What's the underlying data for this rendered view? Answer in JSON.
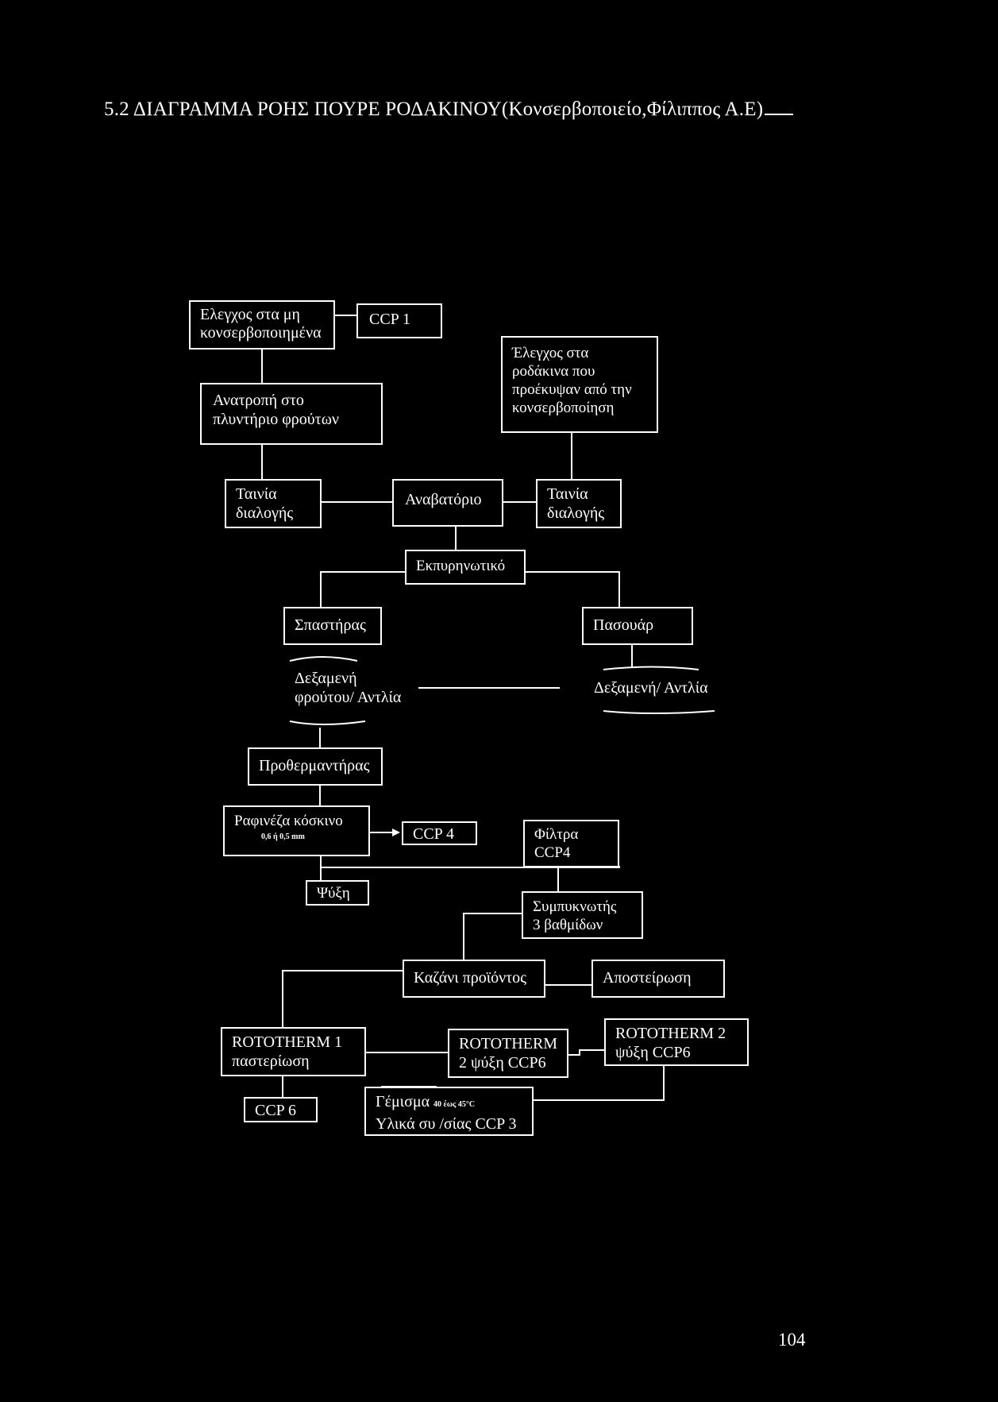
{
  "header": {
    "title": "5.2 ΔΙΑΓΡΑΜΜΑ ΡΟΗΣ ΠΟΥΡΕ ΡΟΔΑΚΙΝΟΥ(Κονσερβοποιείο,Φίλιππος Α.Ε)"
  },
  "nodes": {
    "control_uncanned": {
      "line1": "Ελεγχος στα μη",
      "line2": "κονσερβοποιημένα"
    },
    "ccp1": "CCP 1",
    "control_peaches": {
      "line1": "Έλεγχος στα",
      "line2": "ροδάκινα που",
      "line3": "προέκυψαν από την",
      "line4": "κονσερβοποίηση"
    },
    "tip_washer": {
      "line1": "Ανατροπή στο",
      "line2": "πλυντήριο  φρούτων"
    },
    "sorting_belt_left": {
      "line1": "Ταινία",
      "line2": "διαλογής"
    },
    "elevator": "Αναβατόριο",
    "sorting_belt_right": {
      "line1": "Ταινία",
      "line2": "διαλογής"
    },
    "pitter": "Εκπυρηνωτικό",
    "crusher": "Σπαστήρας",
    "passoir": "Πασουάρ",
    "fruit_tank": {
      "line1": "Δεξαμενή",
      "line2": "φρούτου/ Αντλία"
    },
    "tank_pump": "Δεξαμενή/ Αντλία",
    "preheater": "Προθερμαντήρας",
    "finisher": {
      "line1": "Ραφινέζα κόσκινο",
      "line2": "0,6 ή 0,5 mm"
    },
    "ccp4": "CCP 4",
    "filters": {
      "line1": "Φίλτρα",
      "line2": "CCP4"
    },
    "cooling": "Ψύξη",
    "evaporator": {
      "line1": "Συμπυκνωτής",
      "line2": "3 βαθμίδων"
    },
    "product_kettle": "Καζάνι προϊόντος",
    "sterilization": "Αποστείρωση",
    "rototherm1": {
      "line1": "ROTOTHERM 1",
      "line2": "παστερίωση"
    },
    "rototherm_mid": {
      "line1": "ROTOTHERM",
      "line2": "2  ψύξη CCP6"
    },
    "rototherm2": {
      "line1": "ROTOTHERM 2",
      "line2": "ψύξη CCP6"
    },
    "ccp6": "CCP 6",
    "filling": {
      "line1a": "Γέμισμα",
      "line1b": "40 έως 45°C",
      "line2": "Υλικά συ /σίας CCP 3"
    }
  },
  "footer": {
    "page_number": "104"
  }
}
